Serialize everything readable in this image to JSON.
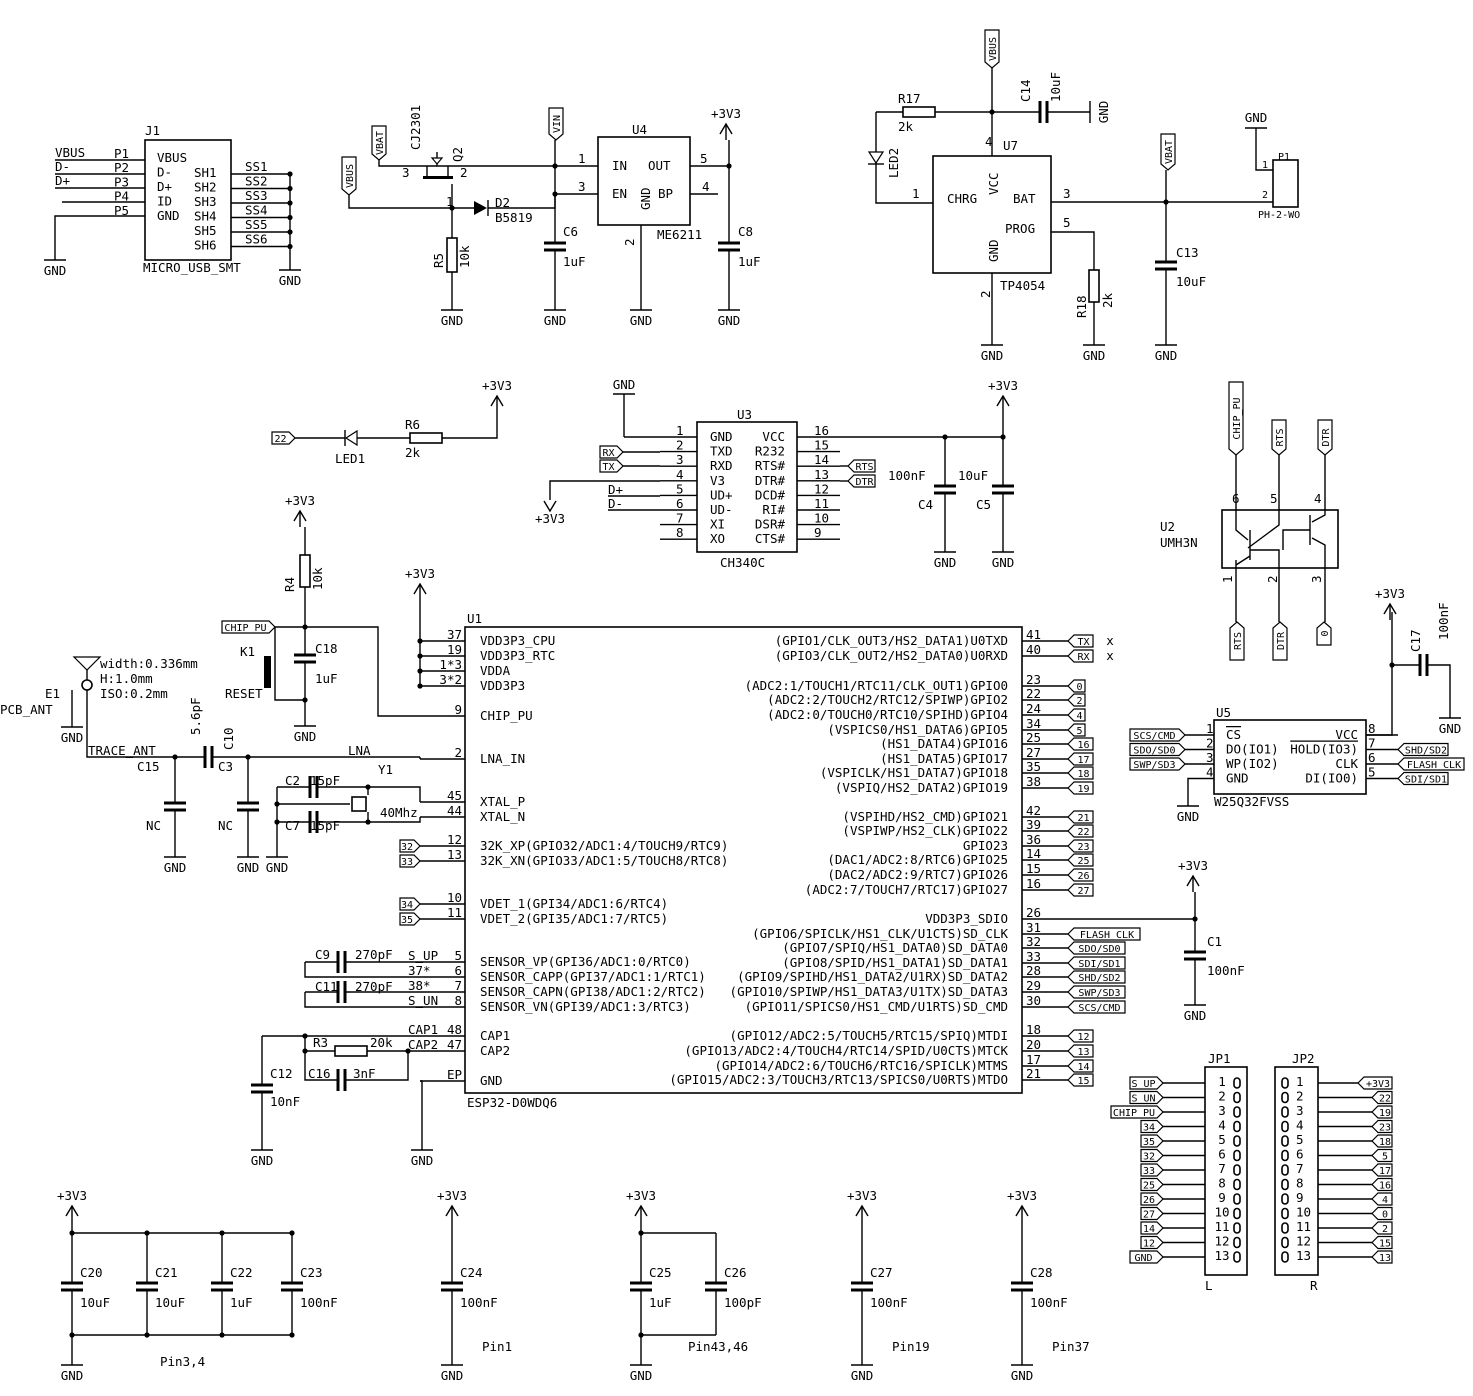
{
  "symbols": {
    "gnd": "GND",
    "vcc": "+3V3",
    "nc_mark": "x"
  },
  "usb": {
    "ref": "J1",
    "part": "MICRO_USB_SMT",
    "nets": [
      "VBUS",
      "D-",
      "D+"
    ],
    "pins": [
      "P1",
      "P2",
      "P3",
      "P4",
      "P5"
    ],
    "pin_names": [
      "VBUS",
      "D-",
      "D+",
      "ID",
      "GND"
    ],
    "shield_pins": [
      "SH1",
      "SH2",
      "SH3",
      "SH4",
      "SH5",
      "SH6"
    ],
    "shield_nets": [
      "SS1",
      "SS2",
      "SS3",
      "SS4",
      "SS5",
      "SS6"
    ]
  },
  "power_switch": {
    "vbat": "VBAT",
    "vbus": "VBUS",
    "q_part": "CJ2301",
    "q_ref": "Q2",
    "q_pins": [
      "3",
      "2",
      "1"
    ],
    "d_ref": "D2",
    "d_part": "B5819",
    "r_ref": "R5",
    "r_val": "10k"
  },
  "ldo": {
    "vin": "VIN",
    "ref": "U4",
    "part": "ME6211",
    "pin_names": [
      "IN",
      "OUT",
      "EN",
      "GND",
      "BP"
    ],
    "pins": [
      "1",
      "5",
      "3",
      "4",
      "2"
    ],
    "c6": "C6",
    "c6_val": "1uF",
    "c8": "C8",
    "c8_val": "1uF"
  },
  "charger": {
    "vbus": "VBUS",
    "r17": "R17",
    "r17_val": "2k",
    "c14": "C14",
    "c14_val": "10uF",
    "led": "LED2",
    "ref": "U7",
    "part": "TP4054",
    "pin_names": [
      "CHRG",
      "VCC",
      "BAT",
      "PROG",
      "GND"
    ],
    "pins": [
      "4",
      "1",
      "3",
      "5",
      "2"
    ],
    "r18": "R18",
    "r18_val": "2k",
    "vbat": "VBAT",
    "c13": "C13",
    "c13_val": "10uF",
    "conn_ref": "P1",
    "conn_part": "PH-2-WO",
    "conn_pins": [
      "1",
      "2"
    ]
  },
  "led1": {
    "net": "22",
    "led": "LED1",
    "r": "R6",
    "r_val": "2k"
  },
  "usb_uart": {
    "ref": "U3",
    "part": "CH340C",
    "left_pins": [
      "1",
      "2",
      "3",
      "4",
      "5",
      "6",
      "7",
      "8"
    ],
    "left_names": [
      "GND",
      "TXD",
      "RXD",
      "V3",
      "UD+",
      "UD-",
      "XI",
      "XO"
    ],
    "right_names": [
      "VCC",
      "R232",
      "RTS#",
      "DTR#",
      "DCD#",
      "RI#",
      "DSR#",
      "CTS#"
    ],
    "right_pins": [
      "16",
      "15",
      "14",
      "13",
      "12",
      "11",
      "10",
      "9"
    ],
    "in_flags": [
      "RX",
      "TX"
    ],
    "out_flags": [
      "RTS",
      "DTR"
    ],
    "nets": [
      "D+",
      "D-"
    ],
    "c4": "C4",
    "c4_val": "100nF",
    "c5": "C5",
    "c5_val": "10uF"
  },
  "autoreset": {
    "ref": "U2",
    "part": "UMH3N",
    "top_flags": [
      "CHIP_PU",
      "RTS",
      "DTR"
    ],
    "top_pins": [
      "6",
      "5",
      "4"
    ],
    "bottom_pins": [
      "1",
      "2",
      "3"
    ],
    "bottom_flags": [
      "RTS",
      "DTR",
      "0"
    ]
  },
  "flash": {
    "ref": "U5",
    "part": "W25Q32FVSS",
    "left_names": [
      "CS",
      "DO(IO1)",
      "WP(IO2)",
      "GND"
    ],
    "left_pins": [
      "1",
      "2",
      "3",
      "4"
    ],
    "right_names": [
      "VCC",
      "HOLD(IO3)",
      "CLK",
      "DI(IO0)"
    ],
    "right_pins": [
      "8",
      "7",
      "6",
      "5"
    ],
    "left_flags": [
      "SCS/CMD",
      "SDO/SD0",
      "SWP/SD3"
    ],
    "right_flags": [
      "SHD/SD2",
      "FLASH_CLK",
      "SDI/SD1"
    ],
    "c17": "C17",
    "c17_val": "100nF"
  },
  "esp32": {
    "ref": "U1",
    "part": "ESP32-D0WDQ6",
    "left_names": [
      "VDD3P3_CPU",
      "VDD3P3_RTC",
      "VDDA",
      "VDD3P3",
      "CHIP_PU",
      "LNA_IN",
      "XTAL_P",
      "XTAL_N",
      "32K_XP(GPIO32/ADC1:4/TOUCH9/RTC9)",
      "32K_XN(GPIO33/ADC1:5/TOUCH8/RTC8)",
      "VDET_1(GPI34/ADC1:6/RTC4)",
      "VDET_2(GPI35/ADC1:7/RTC5)",
      "SENSOR_VP(GPI36/ADC1:0/RTC0)",
      "SENSOR_CAPP(GPI37/ADC1:1/RTC1)",
      "SENSOR_CAPN(GPI38/ADC1:2/RTC2)",
      "SENSOR_VN(GPI39/ADC1:3/RTC3)",
      "CAP1",
      "CAP2",
      "GND"
    ],
    "left_pins": [
      "37",
      "19",
      "1*3",
      "3*2",
      "9",
      "2",
      "45",
      "44",
      "12",
      "13",
      "10",
      "11",
      "5",
      "6",
      "7",
      "8",
      "48",
      "47",
      "EP"
    ],
    "right_names": [
      "(GPIO1/CLK_OUT3/HS2_DATA1)U0TXD",
      "(GPIO3/CLK_OUT2/HS2_DATA0)U0RXD",
      "(ADC2:1/TOUCH1/RTC11/CLK_OUT1)GPIO0",
      "(ADC2:2/TOUCH2/RTC12/SPIWP)GPIO2",
      "(ADC2:0/TOUCH0/RTC10/SPIHD)GPIO4",
      "(VSPICS0/HS1_DATA6)GPIO5",
      "(HS1_DATA4)GPIO16",
      "(HS1_DATA5)GPIO17",
      "(VSPICLK/HS1_DATA7)GPIO18",
      "(VSPIQ/HS2_DATA2)GPIO19",
      "(VSPIHD/HS2_CMD)GPIO21",
      "(VSPIWP/HS2_CLK)GPIO22",
      "GPIO23",
      "(DAC1/ADC2:8/RTC6)GPIO25",
      "(DAC2/ADC2:9/RTC7)GPIO26",
      "(ADC2:7/TOUCH7/RTC17)GPIO27",
      "VDD3P3_SDIO",
      "(GPIO6/SPICLK/HS1_CLK/U1CTS)SD_CLK",
      "(GPIO7/SPIQ/HS1_DATA0)SD_DATA0",
      "(GPIO8/SPID/HS1_DATA1)SD_DATA1",
      "(GPIO9/SPIHD/HS1_DATA2/U1RX)SD_DATA2",
      "(GPIO10/SPIWP/HS1_DATA3/U1TX)SD_DATA3",
      "(GPIO11/SPICS0/HS1_CMD/U1RTS)SD_CMD",
      "(GPIO12/ADC2:5/TOUCH5/RTC15/SPIQ)MTDI",
      "(GPIO13/ADC2:4/TOUCH4/RTC14/SPID/U0CTS)MTCK",
      "(GPIO14/ADC2:6/TOUCH6/RTC16/SPICLK)MTMS",
      "(GPIO15/ADC2:3/TOUCH3/RTC13/SPICS0/U0RTS)MTDO"
    ],
    "right_pins": [
      "41",
      "40",
      "23",
      "22",
      "24",
      "34",
      "25",
      "27",
      "35",
      "38",
      "42",
      "39",
      "36",
      "14",
      "15",
      "16",
      "26",
      "31",
      "32",
      "33",
      "28",
      "29",
      "30",
      "18",
      "20",
      "17",
      "21"
    ],
    "right_flags": [
      "TX",
      "RX",
      "0",
      "2",
      "4",
      "5",
      "16",
      "17",
      "18",
      "19",
      "21",
      "22",
      "23",
      "25",
      "26",
      "27",
      null,
      "FLASH_CLK",
      "SDO/SD0",
      "SDI/SD1",
      "SHD/SD2",
      "SWP/SD3",
      "SCS/CMD",
      "12",
      "13",
      "14",
      "15"
    ]
  },
  "esp_periph": {
    "chip_pu_flag": "CHIP_PU",
    "k1": "K1",
    "reset": "RESET",
    "r4": "R4",
    "r4_val": "10k",
    "c18": "C18",
    "c18_val": "1uF",
    "e1": "E1",
    "pcb_ant": "PCB_ANT",
    "ant_specs": [
      "width:0.336mm",
      "H:1.0mm",
      "ISO:0.2mm"
    ],
    "trace_ant": "TRACE_ANT",
    "c10": "C10",
    "c10_val": "5.6pF",
    "lna": "LNA",
    "c15": "C15",
    "c15_val": "NC",
    "c3": "C3",
    "c3_val": "NC",
    "c2": "C2",
    "c2_val": "15pF",
    "y1": "Y1",
    "y1_val": "40Mhz",
    "c7": "C7",
    "c7_val": "15pF",
    "rtc_flags": [
      "32",
      "33"
    ],
    "vdet_flags": [
      "34",
      "35"
    ],
    "c9": "C9",
    "c9_val": "270pF",
    "c11": "C11",
    "c11_val": "270pF",
    "sensor_nets": [
      "S_UP",
      "37*",
      "38*",
      "S_UN"
    ],
    "cap_nets": [
      "CAP1",
      "CAP2"
    ],
    "r3": "R3",
    "r3_val": "20k",
    "c16": "C16",
    "c16_val": "3nF",
    "c12": "C12",
    "c12_val": "10nF",
    "c1": "C1",
    "c1_val": "100nF"
  },
  "headers": {
    "jp1": "JP1",
    "jp1_side": "L",
    "jp2": "JP2",
    "jp2_side": "R",
    "pins": [
      "1",
      "2",
      "3",
      "4",
      "5",
      "6",
      "7",
      "8",
      "9",
      "10",
      "11",
      "12",
      "13"
    ],
    "jp1_flags": [
      "S_UP",
      "S_UN",
      "CHIP_PU",
      "34",
      "35",
      "32",
      "33",
      "25",
      "26",
      "27",
      "14",
      "12",
      "GND"
    ],
    "jp2_flags": [
      "+3V3",
      "22",
      "19",
      "23",
      "18",
      "5",
      "17",
      "16",
      "4",
      "0",
      "2",
      "15",
      "13"
    ]
  },
  "decoupling": {
    "caps": [
      {
        "ref": "C20",
        "val": "10uF"
      },
      {
        "ref": "C21",
        "val": "10uF"
      },
      {
        "ref": "C22",
        "val": "1uF"
      },
      {
        "ref": "C23",
        "val": "100nF"
      },
      {
        "ref": "C24",
        "val": "100nF"
      },
      {
        "ref": "C25",
        "val": "1uF"
      },
      {
        "ref": "C26",
        "val": "100pF"
      },
      {
        "ref": "C27",
        "val": "100nF"
      },
      {
        "ref": "C28",
        "val": "100nF"
      }
    ],
    "notes": [
      "Pin3,4",
      "Pin1",
      "Pin43,46",
      "Pin19",
      "Pin37"
    ]
  }
}
